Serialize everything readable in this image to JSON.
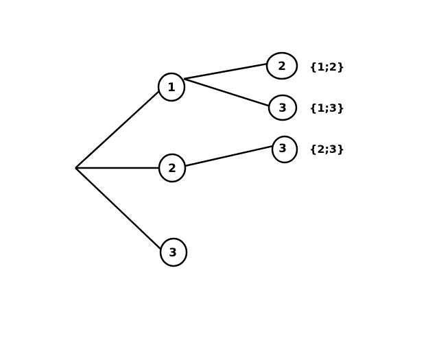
{
  "tree": {
    "level1": [
      {
        "label": "1"
      },
      {
        "label": "2"
      },
      {
        "label": "3"
      }
    ],
    "level2": [
      {
        "label": "2",
        "set": "{1;2}"
      },
      {
        "label": "3",
        "set": "{1;3}"
      },
      {
        "label": "3",
        "set": "{2;3}"
      }
    ]
  }
}
